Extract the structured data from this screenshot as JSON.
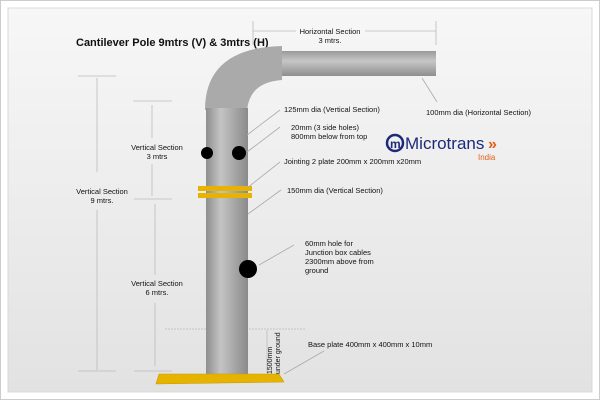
{
  "title": "Cantilever Pole 9mtrs (V) & 3mtrs (H)",
  "labels": {
    "horizontal_section": [
      "Horizontal Section",
      "3 mtrs."
    ],
    "horizontal_dia": "100mm dia (Horizontal Section)",
    "vertical_dia_125": "125mm dia (Vertical Section)",
    "side_holes": [
      "20mm (3 side holes)",
      "800mm below from top"
    ],
    "jointing": "Jointing 2 plate 200mm x 200mm x20mm",
    "vertical_dia_150": "150mm dia (Vertical Section)",
    "junction_hole": [
      "60mm hole for",
      "Junction box cables",
      "2300mm above from",
      "ground"
    ],
    "base_plate": "Base plate 400mm x 400mm x 10mm",
    "underground": [
      "1500mm",
      "under ground"
    ],
    "vertical_3": [
      "Vertical Section",
      "3 mtrs"
    ],
    "vertical_9": [
      "Vertical Section",
      "9  mtrs."
    ],
    "vertical_6": [
      "Vertical Section",
      "6  mtrs."
    ]
  },
  "logo": {
    "name": "Microtrans",
    "sub": "India",
    "brand_color": "#1c2a7a",
    "accent_color": "#e0601a"
  },
  "colors": {
    "pole": "#a8a8a8",
    "plate": "#e6b400"
  }
}
